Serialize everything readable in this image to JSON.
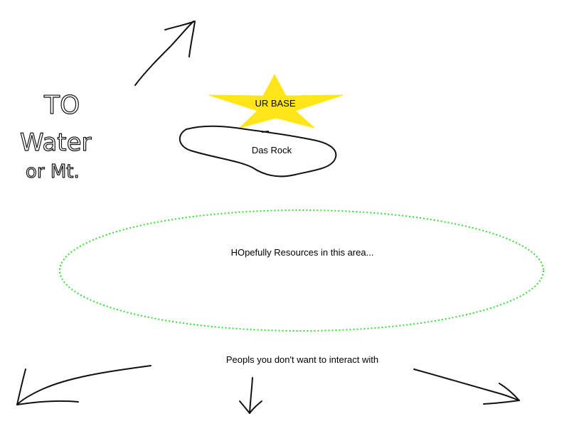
{
  "base_label": "UR BASE",
  "rock_label": "Das Rock",
  "resources_label": "HOpefully Resources in this area...",
  "people_label": "Peopls you don't want to interact with",
  "water_note": {
    "line1": "TO",
    "line2": "Water",
    "line3": "or Mt."
  },
  "colors": {
    "star": "#ffe51a",
    "ellipse_dots": "#33dd33",
    "ink": "#111111"
  }
}
